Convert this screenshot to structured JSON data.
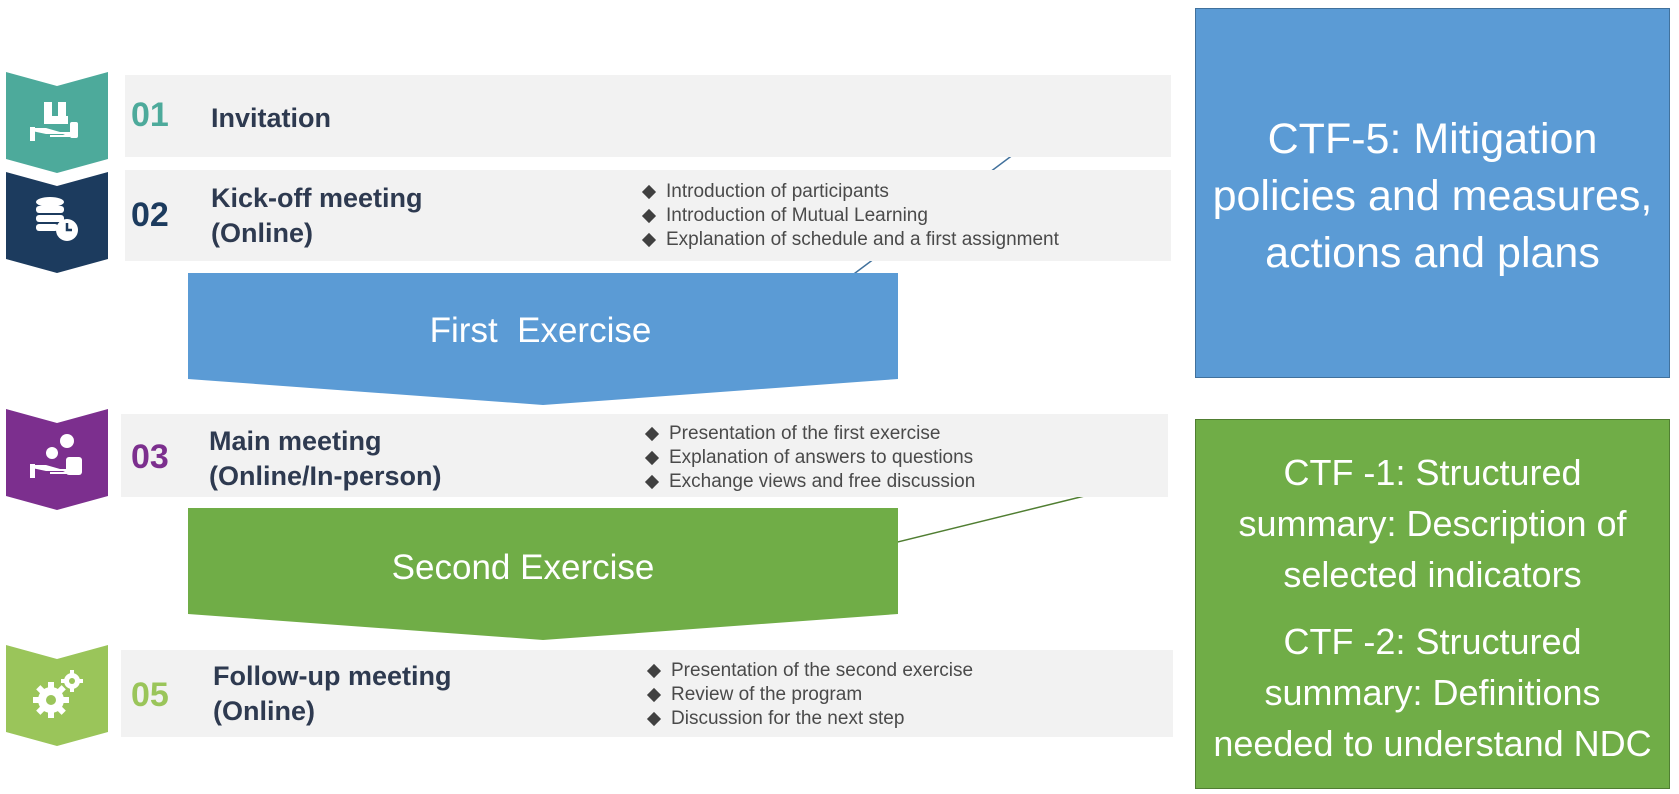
{
  "steps": [
    {
      "number": "01",
      "title_line1": "Invitation",
      "title_line2": "",
      "color": "#4daa9b",
      "icon": "hand-with-gift-icon",
      "bullets": []
    },
    {
      "number": "02",
      "title_line1": "Kick-off meeting",
      "title_line2": "(Online)",
      "color": "#1c3b5e",
      "icon": "database-clock-icon",
      "bullets": [
        "Introduction of participants",
        "Introduction of Mutual Learning",
        "Explanation of schedule and a first assignment"
      ]
    },
    {
      "number": "03",
      "title_line1": "Main meeting",
      "title_line2": "(Online/In-person)",
      "color": "#7c2f8e",
      "icon": "hand-with-coins-icon",
      "bullets": [
        "Presentation of the first exercise",
        "Explanation of answers to questions",
        "Exchange views and free discussion"
      ]
    },
    {
      "number": "05",
      "title_line1": "Follow-up meeting",
      "title_line2": "(Online)",
      "color": "#9ac55a",
      "icon": "gears-icon",
      "bullets": [
        "Presentation of the second exercise",
        "Review of the program",
        "Discussion for the next step"
      ]
    }
  ],
  "exercises": [
    {
      "label": "First  Exercise",
      "color": "#5b9bd5"
    },
    {
      "label": "Second Exercise",
      "color": "#70ad47"
    }
  ],
  "ctf": {
    "blue": {
      "text": "CTF-5: Mitigation policies and measures, actions and plans",
      "color": "#5b9bd5",
      "border": "#41719c"
    },
    "green": {
      "text1": "CTF -1: Structured summary: Description of selected indicators",
      "text2": "CTF -2: Structured summary: Definitions needed to understand NDC",
      "color": "#70ad47",
      "border": "#507e32"
    }
  }
}
